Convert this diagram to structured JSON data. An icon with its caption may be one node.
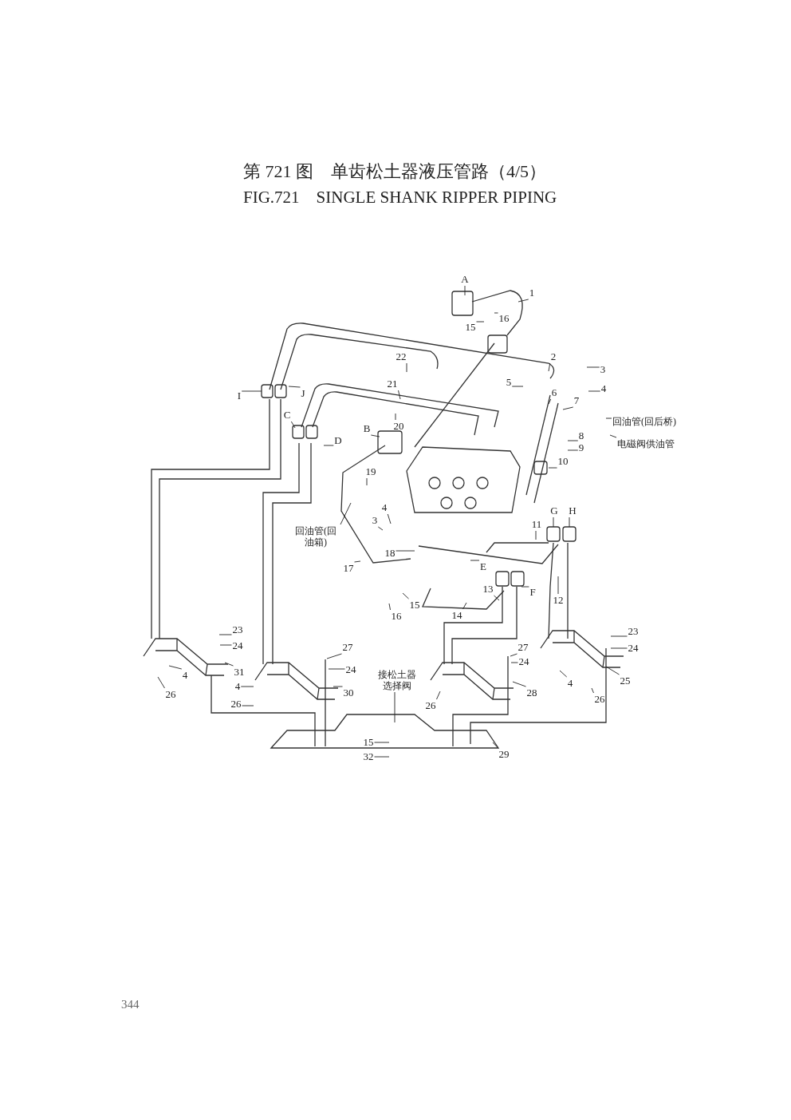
{
  "diagram": {
    "title": "第 721 图　单齿松土器液压管路（4/5）",
    "nodes": [
      {
        "text": [
          "A"
        ]
      },
      {
        "text": [
          "1"
        ]
      },
      {
        "text": [
          "15"
        ]
      },
      {
        "text": [
          "16"
        ]
      },
      {
        "text": [
          "22"
        ]
      },
      {
        "text": [
          "2"
        ]
      },
      {
        "text": [
          "3"
        ]
      },
      {
        "text": [
          "4"
        ]
      },
      {
        "text": [
          "5"
        ]
      },
      {
        "text": [
          "I"
        ]
      },
      {
        "text": [
          "J"
        ]
      },
      {
        "text": [
          "21"
        ]
      },
      {
        "text": [
          "6"
        ]
      },
      {
        "text": [
          "7"
        ]
      },
      {
        "text": [
          "回油管(回后桥)"
        ]
      },
      {
        "text": [
          "C"
        ]
      },
      {
        "text": [
          "20"
        ]
      },
      {
        "text": [
          "B"
        ]
      },
      {
        "text": [
          "D"
        ]
      },
      {
        "text": [
          "电磁阀供油管"
        ]
      },
      {
        "text": [
          "8"
        ]
      },
      {
        "text": [
          "9"
        ]
      },
      {
        "text": [
          "10"
        ]
      },
      {
        "text": [
          "19"
        ]
      },
      {
        "text": [
          "4"
        ]
      },
      {
        "text": [
          "3"
        ]
      },
      {
        "text": [
          "回油管(回油箱)"
        ]
      },
      {
        "text": [
          "G"
        ]
      },
      {
        "text": [
          "H"
        ]
      },
      {
        "text": [
          "11"
        ]
      },
      {
        "text": [
          "18"
        ]
      },
      {
        "text": [
          "E"
        ]
      },
      {
        "text": [
          "13"
        ]
      },
      {
        "text": [
          "17"
        ]
      },
      {
        "text": [
          "F"
        ]
      },
      {
        "text": [
          "12"
        ]
      },
      {
        "text": [
          "15"
        ]
      },
      {
        "text": [
          "16"
        ]
      },
      {
        "text": [
          "14"
        ]
      },
      {
        "text": [
          "23"
        ]
      },
      {
        "text": [
          "24"
        ]
      },
      {
        "text": [
          "23"
        ]
      },
      {
        "text": [
          "24"
        ]
      },
      {
        "text": [
          "27"
        ]
      },
      {
        "text": [
          "27"
        ]
      },
      {
        "text": [
          "24"
        ]
      },
      {
        "text": [
          "24"
        ]
      },
      {
        "text": [
          "31"
        ]
      },
      {
        "text": [
          "接松土器选择阀"
        ]
      },
      {
        "text": [
          "4"
        ]
      },
      {
        "text": [
          "4"
        ]
      },
      {
        "text": [
          "25"
        ]
      },
      {
        "text": [
          "4"
        ]
      },
      {
        "text": [
          "30"
        ]
      },
      {
        "text": [
          "26"
        ]
      },
      {
        "text": [
          "28"
        ]
      },
      {
        "text": [
          "26"
        ]
      },
      {
        "text": [
          "26"
        ]
      },
      {
        "text": [
          "26"
        ]
      },
      {
        "text": [
          "15"
        ]
      },
      {
        "text": [
          "29"
        ]
      },
      {
        "text": [
          "32"
        ]
      }
    ],
    "edges": [
      {
        "from": 0,
        "to": null,
        "arrow": "none"
      },
      {
        "from": 1,
        "to": null,
        "arrow": "none"
      },
      {
        "from": 2,
        "to": null,
        "arrow": "none"
      },
      {
        "from": 3,
        "to": null,
        "arrow": "none"
      },
      {
        "from": 4,
        "to": null,
        "arrow": "none"
      },
      {
        "from": 5,
        "to": null,
        "arrow": "none"
      },
      {
        "from": 6,
        "to": null,
        "arrow": "none"
      },
      {
        "from": 7,
        "to": null,
        "arrow": "none"
      },
      {
        "from": 8,
        "to": null,
        "arrow": "none"
      },
      {
        "from": 9,
        "to": null,
        "arrow": "none"
      },
      {
        "from": 10,
        "to": null,
        "arrow": "none"
      },
      {
        "from": 11,
        "to": null,
        "arrow": "none"
      },
      {
        "from": 12,
        "to": null,
        "arrow": "none"
      },
      {
        "from": 13,
        "to": null,
        "arrow": "none"
      },
      {
        "from": 14,
        "to": null,
        "arrow": "none"
      },
      {
        "from": 15,
        "to": null,
        "arrow": "none"
      },
      {
        "from": 16,
        "to": null,
        "arrow": "none"
      },
      {
        "from": 17,
        "to": null,
        "arrow": "none"
      },
      {
        "from": 18,
        "to": null,
        "arrow": "none"
      },
      {
        "from": 19,
        "to": null,
        "arrow": "none"
      },
      {
        "from": 20,
        "to": null,
        "arrow": "none"
      },
      {
        "from": 21,
        "to": null,
        "arrow": "none"
      },
      {
        "from": 22,
        "to": null,
        "arrow": "none"
      },
      {
        "from": 23,
        "to": null,
        "arrow": "none"
      },
      {
        "from": 24,
        "to": null,
        "arrow": "none"
      },
      {
        "from": 25,
        "to": null,
        "arrow": "none"
      },
      {
        "from": 26,
        "to": null,
        "arrow": "none"
      },
      {
        "from": 27,
        "to": null,
        "arrow": "none"
      },
      {
        "from": 28,
        "to": null,
        "arrow": "none"
      },
      {
        "from": 29,
        "to": null,
        "arrow": "none"
      },
      {
        "from": 30,
        "to": null,
        "arrow": "none"
      },
      {
        "from": 31,
        "to": null,
        "arrow": "none"
      },
      {
        "from": 32,
        "to": null,
        "arrow": "none"
      },
      {
        "from": 33,
        "to": null,
        "arrow": "none"
      },
      {
        "from": 34,
        "to": null,
        "arrow": "none"
      },
      {
        "from": 35,
        "to": null,
        "arrow": "none"
      },
      {
        "from": 36,
        "to": null,
        "arrow": "none"
      },
      {
        "from": 37,
        "to": null,
        "arrow": "none"
      },
      {
        "from": 38,
        "to": null,
        "arrow": "none"
      },
      {
        "from": 39,
        "to": null,
        "arrow": "none"
      },
      {
        "from": 40,
        "to": null,
        "arrow": "none"
      },
      {
        "from": 41,
        "to": null,
        "arrow": "none"
      },
      {
        "from": 42,
        "to": null,
        "arrow": "none"
      },
      {
        "from": 43,
        "to": null,
        "arrow": "none"
      },
      {
        "from": 44,
        "to": null,
        "arrow": "none"
      },
      {
        "from": 45,
        "to": null,
        "arrow": "none"
      },
      {
        "from": 46,
        "to": null,
        "arrow": "none"
      },
      {
        "from": 47,
        "to": null,
        "arrow": "none"
      },
      {
        "from": 48,
        "to": null,
        "arrow": "none"
      },
      {
        "from": 49,
        "to": null,
        "arrow": "none"
      },
      {
        "from": 50,
        "to": null,
        "arrow": "none"
      },
      {
        "from": 51,
        "to": null,
        "arrow": "none"
      },
      {
        "from": 52,
        "to": null,
        "arrow": "none"
      },
      {
        "from": 53,
        "to": null,
        "arrow": "none"
      },
      {
        "from": 54,
        "to": null,
        "arrow": "none"
      },
      {
        "from": 55,
        "to": null,
        "arrow": "none"
      },
      {
        "from": 56,
        "to": null,
        "arrow": "none"
      },
      {
        "from": 57,
        "to": null,
        "arrow": "none"
      },
      {
        "from": 58,
        "to": null,
        "arrow": "none"
      },
      {
        "from": 59,
        "to": null,
        "arrow": "none"
      },
      {
        "from": 60,
        "to": null,
        "arrow": "none"
      },
      {
        "from": 61,
        "to": null,
        "arrow": "none"
      }
    ],
    "labels": [
      "FIG.721　SINGLE SHANK RIPPER PIPING",
      "344"
    ]
  }
}
